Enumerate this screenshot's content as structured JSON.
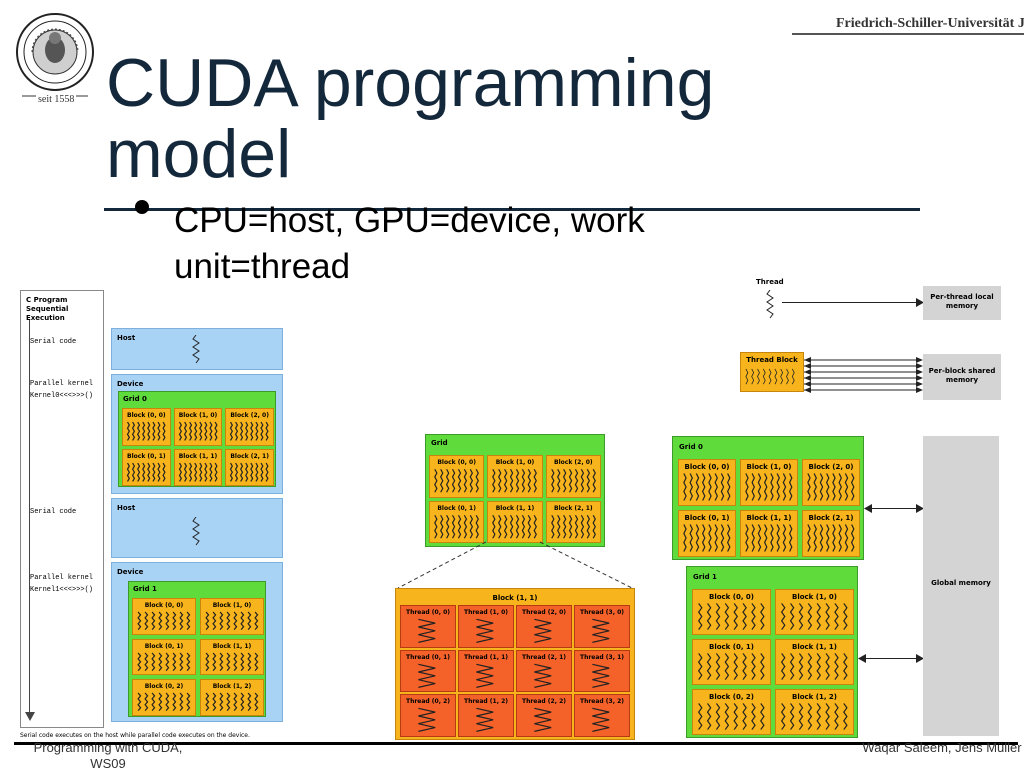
{
  "header": {
    "university": "Friedrich-Schiller-Universität Jena",
    "seal_text": "seit 1558"
  },
  "title": "CUDA programming model",
  "bullet": "CPU=host, GPU=device, work unit=thread",
  "footer": {
    "left": "Programming with CUDA, WS09",
    "right": "Waqar Saleem, Jens Müller"
  },
  "left_diagram": {
    "column_title": "C Program Sequential Execution",
    "rows": [
      {
        "code": "Serial code",
        "panel": "Host"
      },
      {
        "code": "Parallel kernel Kernel0<<<>>>()",
        "panel": "Device",
        "grid": "Grid 0",
        "blocks": [
          "Block (0, 0)",
          "Block (1, 0)",
          "Block (2, 0)",
          "Block (0, 1)",
          "Block (1, 1)",
          "Block (2, 1)"
        ]
      },
      {
        "code": "Serial code",
        "panel": "Host"
      },
      {
        "code": "Parallel kernel Kernel1<<<>>>()",
        "panel": "Device",
        "grid": "Grid 1",
        "blocks": [
          "Block (0, 0)",
          "Block (1, 0)",
          "Block (0, 1)",
          "Block (1, 1)",
          "Block (0, 2)",
          "Block (1, 2)"
        ]
      }
    ],
    "caption": "Serial code executes on the host while parallel code executes on the device."
  },
  "middle_diagram": {
    "grid_label": "Grid",
    "blocks": [
      "Block (0, 0)",
      "Block (1, 0)",
      "Block (2, 0)",
      "Block (0, 1)",
      "Block (1, 1)",
      "Block (2, 1)"
    ],
    "zoom_label": "Block (1, 1)",
    "threads": [
      "Thread (0, 0)",
      "Thread (1, 0)",
      "Thread (2, 0)",
      "Thread (3, 0)",
      "Thread (0, 1)",
      "Thread (1, 1)",
      "Thread (2, 1)",
      "Thread (3, 1)",
      "Thread (0, 2)",
      "Thread (1, 2)",
      "Thread (2, 2)",
      "Thread (3, 2)"
    ]
  },
  "right_diagram": {
    "thread_label": "Thread",
    "thread_block_label": "Thread Block",
    "per_thread_mem": "Per-thread local memory",
    "per_block_mem": "Per-block shared memory",
    "grid0_label": "Grid 0",
    "grid0_blocks": [
      "Block (0, 0)",
      "Block (1, 0)",
      "Block (2, 0)",
      "Block (0, 1)",
      "Block (1, 1)",
      "Block (2, 1)"
    ],
    "grid1_label": "Grid 1",
    "grid1_blocks": [
      "Block (0, 0)",
      "Block (1, 0)",
      "Block (0, 1)",
      "Block (1, 1)",
      "Block (0, 2)",
      "Block (1, 2)"
    ],
    "global_mem": "Global memory"
  }
}
